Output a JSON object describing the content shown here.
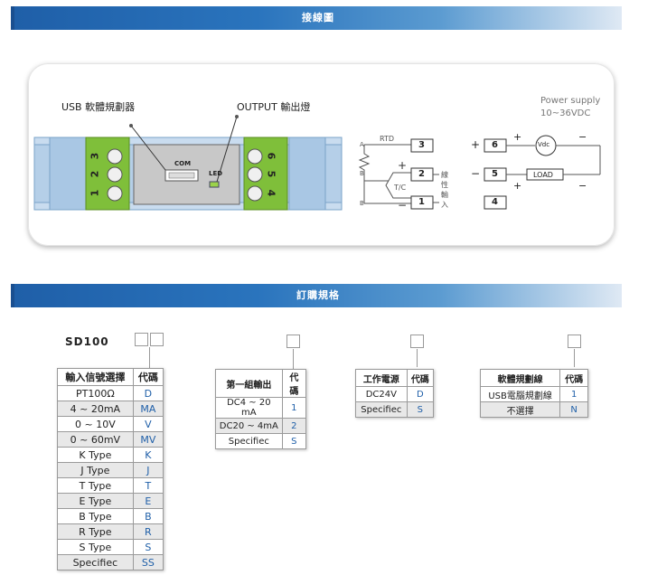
{
  "header": {
    "wiring_title": "接線圖",
    "order_title": "訂購規格"
  },
  "wiring": {
    "usb_label": "USB 軟體規劃器",
    "output_label": "OUTPUT  輸出燈",
    "com_label": "COM",
    "led_label": "LED",
    "left_terminals": [
      "3",
      "2",
      "1"
    ],
    "right_terminals": [
      "6",
      "5",
      "4"
    ],
    "power_supply_line1": "Power supply",
    "power_supply_line2": "10~36VDC",
    "rtd_label": "RTD",
    "tc_label": "T/C",
    "a_label": "A",
    "b_label1": "B",
    "b_label2": "B",
    "input_terms": [
      "3",
      "2",
      "1"
    ],
    "input_vertical": [
      "線",
      "性",
      "輸",
      "入"
    ],
    "output_terms": [
      "6",
      "5",
      "4"
    ],
    "vdc_label": "Vdc",
    "load_label": "LOAD",
    "plus": "+",
    "minus": "−"
  },
  "order": {
    "model": "SD100",
    "input_table": {
      "headers": [
        "輸入信號選擇",
        "代碼"
      ],
      "rows": [
        [
          "PT100Ω",
          "D"
        ],
        [
          "4 ~ 20mA",
          "MA"
        ],
        [
          "0 ~ 10V",
          "V"
        ],
        [
          "0 ~ 60mV",
          "MV"
        ],
        [
          "K Type",
          "K"
        ],
        [
          "J  Type",
          "J"
        ],
        [
          "T  Type",
          "T"
        ],
        [
          "E  Type",
          "E"
        ],
        [
          "B  Type",
          "B"
        ],
        [
          "R  Type",
          "R"
        ],
        [
          "S  Type",
          "S"
        ],
        [
          "Specifiec",
          "SS"
        ]
      ]
    },
    "output_table": {
      "headers": [
        "第一組輸出",
        "代碼"
      ],
      "rows": [
        [
          "DC4 ~ 20 mA",
          "1"
        ],
        [
          "DC20 ~ 4mA",
          "2"
        ],
        [
          "Specifiec",
          "S"
        ]
      ]
    },
    "power_table": {
      "headers": [
        "工作電源",
        "代碼"
      ],
      "rows": [
        [
          "DC24V",
          "D"
        ],
        [
          "Specifiec",
          "S"
        ]
      ]
    },
    "software_table": {
      "headers": [
        "軟體規劃線",
        "代碼"
      ],
      "rows": [
        [
          "USB電腦規劃線",
          "1"
        ],
        [
          "不選擇",
          "N"
        ]
      ]
    }
  }
}
